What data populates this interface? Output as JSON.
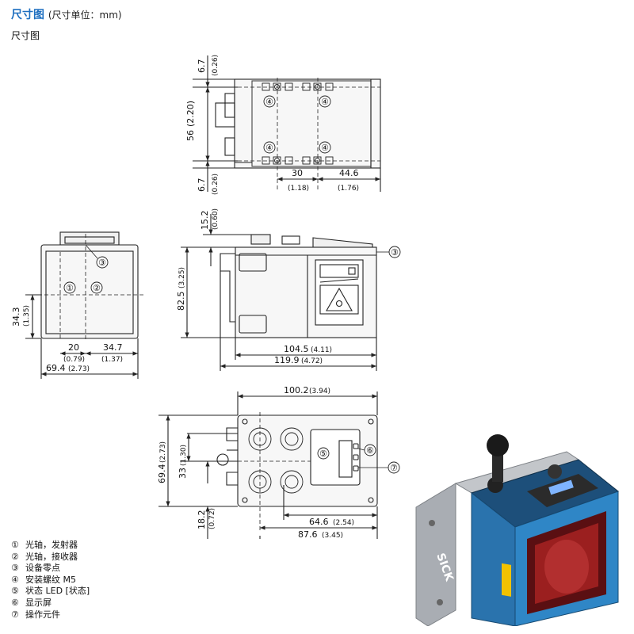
{
  "title": {
    "main": "尺寸图",
    "unit": "(尺寸单位：mm)",
    "sub": "尺寸图"
  },
  "top_view": {
    "dim_top": {
      "mm": "6.7",
      "in": "(0.26)"
    },
    "dim_height": {
      "mm": "56",
      "in": "(2.20)"
    },
    "dim_bottom": {
      "mm": "6.7",
      "in": "(0.26)"
    },
    "dim_x1": {
      "mm": "30",
      "in": "(1.18)"
    },
    "dim_x2": {
      "mm": "44.6",
      "in": "(1.76)"
    },
    "marker": "④"
  },
  "front_view": {
    "dim_height": {
      "mm": "34.3",
      "in": "(1.35)"
    },
    "dim_x1": {
      "mm": "20",
      "in": "(0.79)"
    },
    "dim_x2": {
      "mm": "34.7",
      "in": "(1.37)"
    },
    "dim_width": {
      "mm": "69.4",
      "in": "(2.73)"
    },
    "marker_1": "①",
    "marker_2": "②",
    "marker_3": "③"
  },
  "side_view": {
    "dim_top": {
      "mm": "15.2",
      "in": "(0.60)"
    },
    "dim_height": {
      "mm": "82.5",
      "in": "(3.25)"
    },
    "dim_w1": {
      "mm": "104.5",
      "in": "(4.11)"
    },
    "dim_w2": {
      "mm": "119.9",
      "in": "(4.72)"
    },
    "marker_3": "③"
  },
  "back_view": {
    "dim_width": {
      "mm": "100.2",
      "in": "(3.94)"
    },
    "dim_height": {
      "mm": "69.4",
      "in": "(2.73)"
    },
    "dim_mid": {
      "mm": "33",
      "in": "(1.30)"
    },
    "dim_bottom": {
      "mm": "18.2",
      "in": "(0.72)"
    },
    "dim_x1": {
      "mm": "64.6",
      "in": "(2.54)"
    },
    "dim_x2": {
      "mm": "87.6",
      "in": "(3.45)"
    },
    "marker_5": "⑤",
    "marker_6": "⑥",
    "marker_7": "⑦"
  },
  "legend": [
    {
      "num": "①",
      "text": "光轴，发射器"
    },
    {
      "num": "②",
      "text": "光轴，接收器"
    },
    {
      "num": "③",
      "text": "设备零点"
    },
    {
      "num": "④",
      "text": "安装螺纹 M5"
    },
    {
      "num": "⑤",
      "text": "状态 LED [状态]"
    },
    {
      "num": "⑥",
      "text": "显示屏"
    },
    {
      "num": "⑦",
      "text": "操作元件"
    }
  ],
  "photo": {
    "brand": "SICK",
    "colors": {
      "body": "#2f86c6",
      "lens": "#9b1f1f",
      "bracket": "#a9adb3"
    }
  }
}
